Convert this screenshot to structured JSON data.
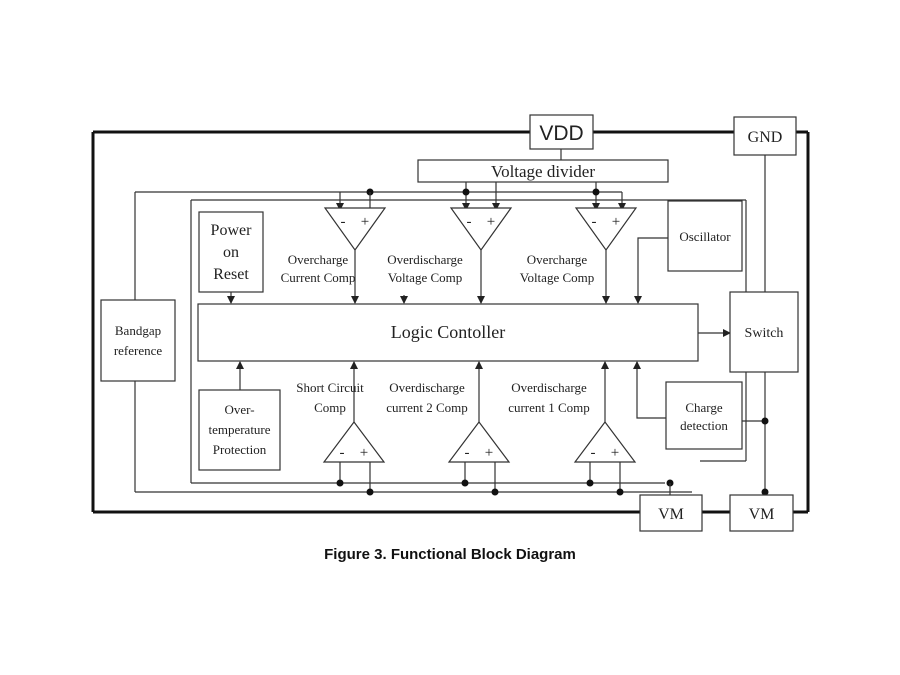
{
  "diagram": {
    "pins": {
      "vdd": "VDD",
      "gnd": "GND",
      "vm_left": "VM",
      "vm_right": "VM"
    },
    "blocks": {
      "voltage_divider": "Voltage divider",
      "power_on_reset": [
        "Power",
        "on",
        "Reset"
      ],
      "oscillator": "Oscillator",
      "bandgap": [
        "Bandgap",
        "reference"
      ],
      "logic": "Logic Contoller",
      "switch": "Switch",
      "charge_detection": [
        "Charge",
        "detection"
      ],
      "over_temp": [
        "Over-",
        "temperature",
        "Protection"
      ]
    },
    "comparators_top": [
      {
        "label": [
          "Overcharge",
          "Current Comp"
        ],
        "minus": "-",
        "plus": "+"
      },
      {
        "label": [
          "Overdischarge",
          "Voltage Comp"
        ],
        "minus": "-",
        "plus": "+"
      },
      {
        "label": [
          "Overcharge",
          "Voltage Comp"
        ],
        "minus": "-",
        "plus": "+"
      }
    ],
    "comparators_bottom": [
      {
        "label": [
          "Short Circuit",
          "Comp"
        ],
        "minus": "-",
        "plus": "+"
      },
      {
        "label": [
          "Overdischarge",
          "current 2 Comp"
        ],
        "minus": "-",
        "plus": "+"
      },
      {
        "label": [
          "Overdischarge",
          "current 1 Comp"
        ],
        "minus": "-",
        "plus": "+"
      }
    ]
  },
  "caption": "Figure 3. Functional Block Diagram"
}
